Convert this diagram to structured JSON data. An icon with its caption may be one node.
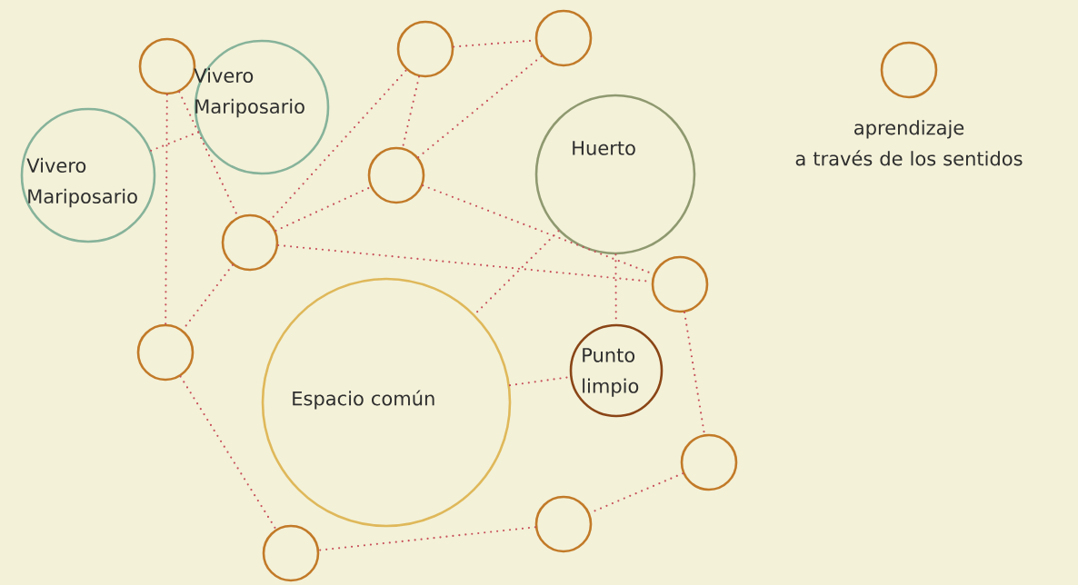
{
  "diagram": {
    "nodes": [
      {
        "text": [],
        "shape": "circle"
      },
      {
        "text": [
          "Vivero Mariposario"
        ]
      },
      {
        "text": [
          "Vivero Mariposario"
        ]
      },
      {
        "text": [],
        "shape": "circle"
      },
      {
        "text": [],
        "shape": "circle"
      },
      {
        "text": [],
        "shape": "circle"
      },
      {
        "text": [
          "Huerto"
        ]
      },
      {
        "text": [],
        "shape": "circle"
      },
      {
        "text": [],
        "shape": "circle"
      },
      {
        "text": [],
        "shape": "circle"
      },
      {
        "text": [
          "Espacio común"
        ]
      },
      {
        "text": [
          "Punto limpio"
        ]
      },
      {
        "text": [],
        "shape": "circle"
      },
      {
        "text": [],
        "shape": "circle"
      },
      {
        "text": [],
        "shape": "circle"
      }
    ],
    "edges": [
      {
        "from": 0,
        "to": 9,
        "arrow": "none"
      },
      {
        "from": 0,
        "to": 7,
        "arrow": "none"
      },
      {
        "from": 2,
        "to": 1,
        "arrow": "none"
      },
      {
        "from": 7,
        "to": 3,
        "arrow": "none"
      },
      {
        "from": 7,
        "to": 5,
        "arrow": "none"
      },
      {
        "from": 7,
        "to": 9,
        "arrow": "none"
      },
      {
        "from": 7,
        "to": 8,
        "arrow": "none"
      },
      {
        "from": 3,
        "to": 4,
        "arrow": "none"
      },
      {
        "from": 3,
        "to": 5,
        "arrow": "none"
      },
      {
        "from": 5,
        "to": 4,
        "arrow": "none"
      },
      {
        "from": 5,
        "to": 8,
        "arrow": "none"
      },
      {
        "from": 6,
        "to": 10,
        "arrow": "none"
      },
      {
        "from": 6,
        "to": 11,
        "arrow": "none"
      },
      {
        "from": 10,
        "to": 11,
        "arrow": "none"
      },
      {
        "from": 8,
        "to": 12,
        "arrow": "none"
      },
      {
        "from": 12,
        "to": 13,
        "arrow": "none"
      },
      {
        "from": 13,
        "to": 14,
        "arrow": "none"
      },
      {
        "from": 9,
        "to": 14,
        "arrow": "none"
      }
    ],
    "legend": [
      {
        "text": "aprendizaje a través de los sentidos"
      }
    ]
  }
}
